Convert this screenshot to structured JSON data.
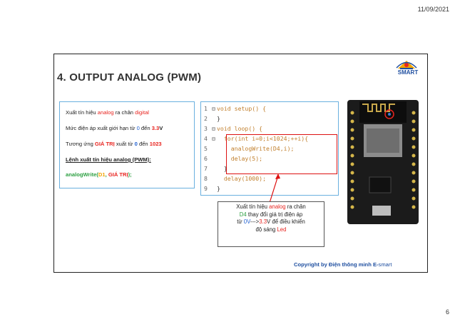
{
  "header": {
    "date": "11/09/2021",
    "page_number": "6"
  },
  "slide": {
    "title": "4. OUTPUT ANALOG (PWM)",
    "logo_text": "SMART",
    "left_panel": {
      "line1": {
        "prefix": "Xuất tín hiệu ",
        "analog": "analog",
        "mid": " ra chân ",
        "digital": "digital"
      },
      "line2": {
        "prefix": "Mức điện áp xuất giới hạn từ ",
        "zero": "0",
        "mid": " đến ",
        "v": "3.3",
        "unit": "V"
      },
      "line3": {
        "prefix": "Tương ứng ",
        "gia_tri": "GIÁ TRỊ",
        "mid": " xuất từ ",
        "zero": "0",
        "mid2": " đến ",
        "max": "1023"
      },
      "line4": "Lệnh xuất tín hiệu analog (PWM):",
      "line5": {
        "fn": "analogWrite(",
        "pin": "D1",
        "sep": ", ",
        "gia_tri": "GIÁ TRỊ",
        "end": ");"
      }
    },
    "code": [
      {
        "n": "1",
        "fold": "⊟",
        "text": "void setup() {"
      },
      {
        "n": "2",
        "fold": "",
        "text": "}"
      },
      {
        "n": "3",
        "fold": "⊟",
        "text": "void loop() {"
      },
      {
        "n": "4",
        "fold": "⊟",
        "text": "  for(int i=0;i<1024;++i){"
      },
      {
        "n": "5",
        "fold": "",
        "text": "    analogWrite(D4,i);"
      },
      {
        "n": "6",
        "fold": "",
        "text": "    delay(5);"
      },
      {
        "n": "7",
        "fold": "",
        "text": "  }"
      },
      {
        "n": "8",
        "fold": "",
        "text": "  delay(1000);"
      },
      {
        "n": "9",
        "fold": "",
        "text": "}"
      }
    ],
    "note": {
      "l1a": "Xuất tín hiệu ",
      "l1b": "analog",
      "l1c": " ra chân",
      "l2a": "D4",
      "l2b": "  thay đổi giá trị điện áp",
      "l3a": "từ ",
      "l3b": "0V",
      "l3c": "--->",
      "l3d": "3.3",
      "l3e": "V để điều khiển",
      "l4a": "độ sáng ",
      "l4b": "Led"
    },
    "copyright": {
      "text": "Copyright by Điện thông minh E-",
      "brand": "smart"
    }
  }
}
